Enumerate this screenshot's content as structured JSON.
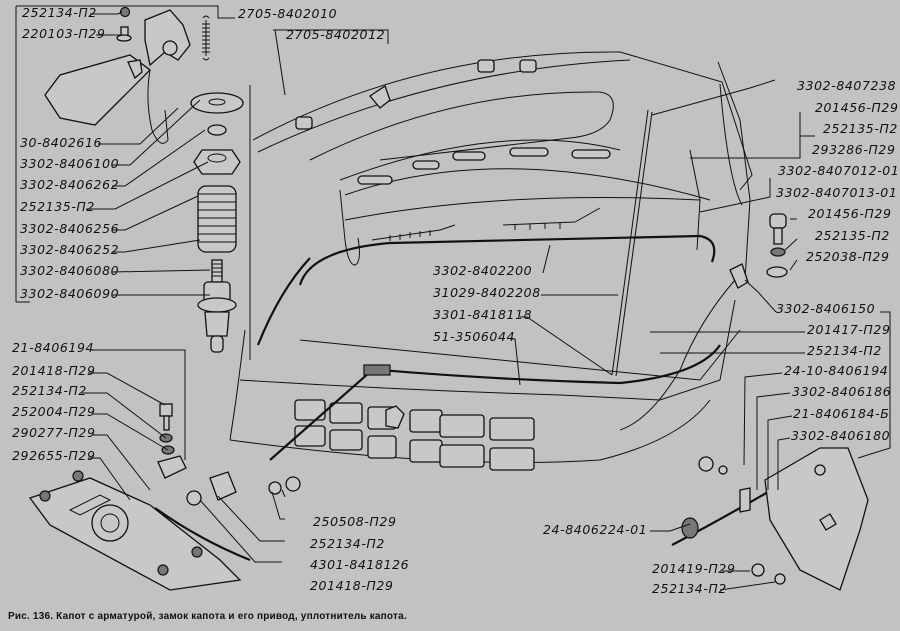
{
  "caption": "Рис. 136. Капот с арматурой, замок капота и его привод, уплотнитель капота.",
  "labels": {
    "top_left": [
      "252134-П2",
      "220103-П29"
    ],
    "top_center": [
      "2705-8402010",
      "2705-8402012"
    ],
    "left_column": [
      "30-8402616",
      "3302-8406100",
      "3302-8406262",
      "252135-П2",
      "3302-8406256",
      "3302-8406252",
      "3302-8406080",
      "3302-8406090"
    ],
    "lower_left": [
      "21-8406194",
      "201418-П29",
      "252134-П2",
      "252004-П29",
      "290277-П29",
      "292655-П29"
    ],
    "center": [
      "3302-8402200",
      "31029-8402208",
      "3301-8418118",
      "51-3506044"
    ],
    "bottom_center": [
      "250508-П29",
      "252134-П2",
      "4301-8418126",
      "201418-П29"
    ],
    "right_upper": [
      "3302-8407238",
      "201456-П29",
      "252135-П2",
      "293286-П29",
      "3302-8407012-01",
      "3302-8407013-01",
      "201456-П29",
      "252135-П2",
      "252038-П29"
    ],
    "right_lower": [
      "3302-8406150",
      "201417-П29",
      "252134-П2",
      "24-10-8406194",
      "3302-8406186",
      "21-8406184-Б",
      "3302-8406180"
    ],
    "bottom_right": [
      "24-8406224-01",
      "201419-П29",
      "252134-П2"
    ]
  },
  "colors": {
    "background": "#c2c2c2",
    "ink": "#111111"
  }
}
